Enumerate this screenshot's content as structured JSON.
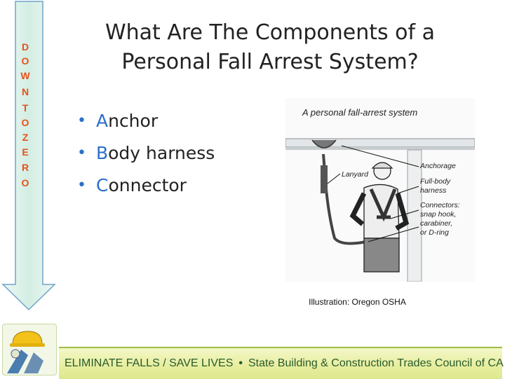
{
  "sidebar": {
    "vertical_text": [
      "D",
      "O",
      "W",
      "N",
      "T",
      "O",
      "Z",
      "E",
      "R",
      "O"
    ]
  },
  "slide": {
    "title": "What Are The Components of a Personal Fall Arrest System?",
    "bullets": [
      {
        "first": "A",
        "rest": "nchor"
      },
      {
        "first": "B",
        "rest": "ody harness"
      },
      {
        "first": "C",
        "rest": "onnector"
      }
    ]
  },
  "illustration": {
    "heading": "A personal fall-arrest system",
    "labels": {
      "lanyard": "Lanyard",
      "anchorage": "Anchorage",
      "full_body_1": "Full-body",
      "full_body_2": "harness",
      "connectors_1": "Connectors:",
      "connectors_2": "snap hook,",
      "connectors_3": "carabiner,",
      "connectors_4": "or D-ring"
    },
    "caption": "Illustration:  Oregon OSHA"
  },
  "footer": {
    "slogan": "ELIMINATE FALLS / SAVE LIVES",
    "separator": "•",
    "org": "State Building & Construction Trades Council of CA"
  },
  "colors": {
    "accent_blue": "#2c6fc7",
    "sidebar_letters": "#e8501a",
    "arrow_fill": "#d6efe5",
    "footer_green": "#e6ee9e"
  }
}
